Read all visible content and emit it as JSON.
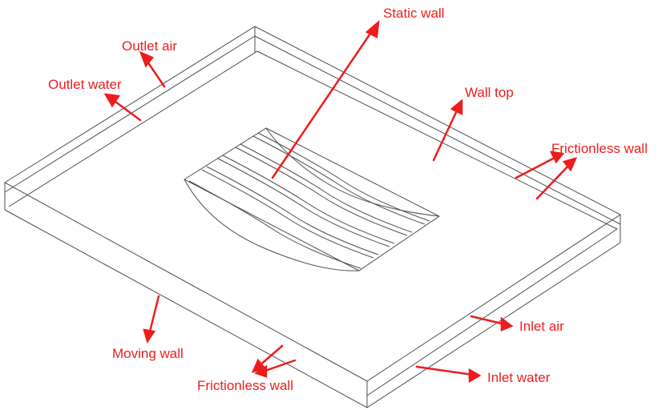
{
  "labels": {
    "static_wall": "Static wall",
    "outlet_air": "Outlet air",
    "outlet_water": "Outlet water",
    "wall_top": "Wall top",
    "frictionless_wall_right": "Frictionless wall",
    "inlet_air": "Inlet air",
    "moving_wall": "Moving wall",
    "frictionless_wall_bottom": "Frictionless wall",
    "inlet_water": "Inlet water"
  },
  "colors": {
    "annotation": "#ee1c1c",
    "outline": "#4d4d4d"
  }
}
